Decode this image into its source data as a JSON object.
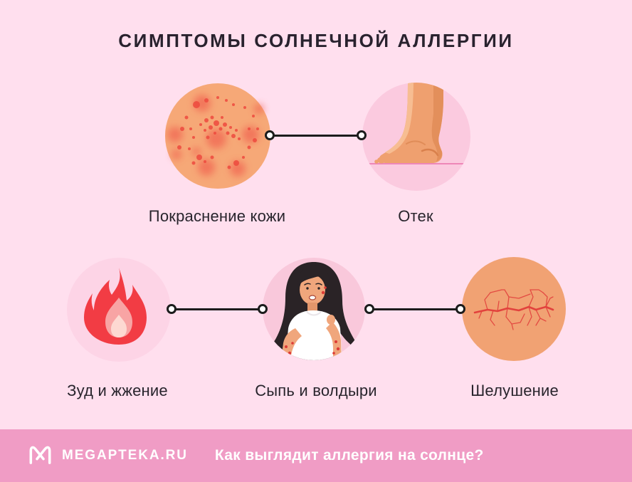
{
  "infographic": {
    "title": "СИМПТОМЫ СОЛНЕЧНОЙ АЛЛЕРГИИ",
    "symptoms": [
      {
        "id": "redness",
        "label": "Покраснение кожи",
        "icon": "red-spotted-skin-icon"
      },
      {
        "id": "swelling",
        "label": "Отек",
        "icon": "swollen-foot-icon"
      },
      {
        "id": "itch-burning",
        "label": "Зуд и жжение",
        "icon": "flame-icon"
      },
      {
        "id": "rash-blisters",
        "label": "Сыпь и волдыри",
        "icon": "woman-scratching-rash-icon"
      },
      {
        "id": "peeling",
        "label": "Шелушение",
        "icon": "cracked-peeling-skin-icon"
      }
    ]
  },
  "footer": {
    "brand": "MEGAPTEKA.RU",
    "question": "Как выглядит аллергия на солнце?",
    "logo": "megapteka-m-logo-icon"
  },
  "colors": {
    "background": "#ffdfee",
    "footer_background": "#f09cc5",
    "footer_text": "#ffffff",
    "title_text": "#29222e",
    "label_text": "#28242c",
    "connector": "#1c1c1c",
    "skin_orange": "#f5a876",
    "circle_pink": "#fbcadf",
    "accent_red": "#ee4a3e"
  }
}
